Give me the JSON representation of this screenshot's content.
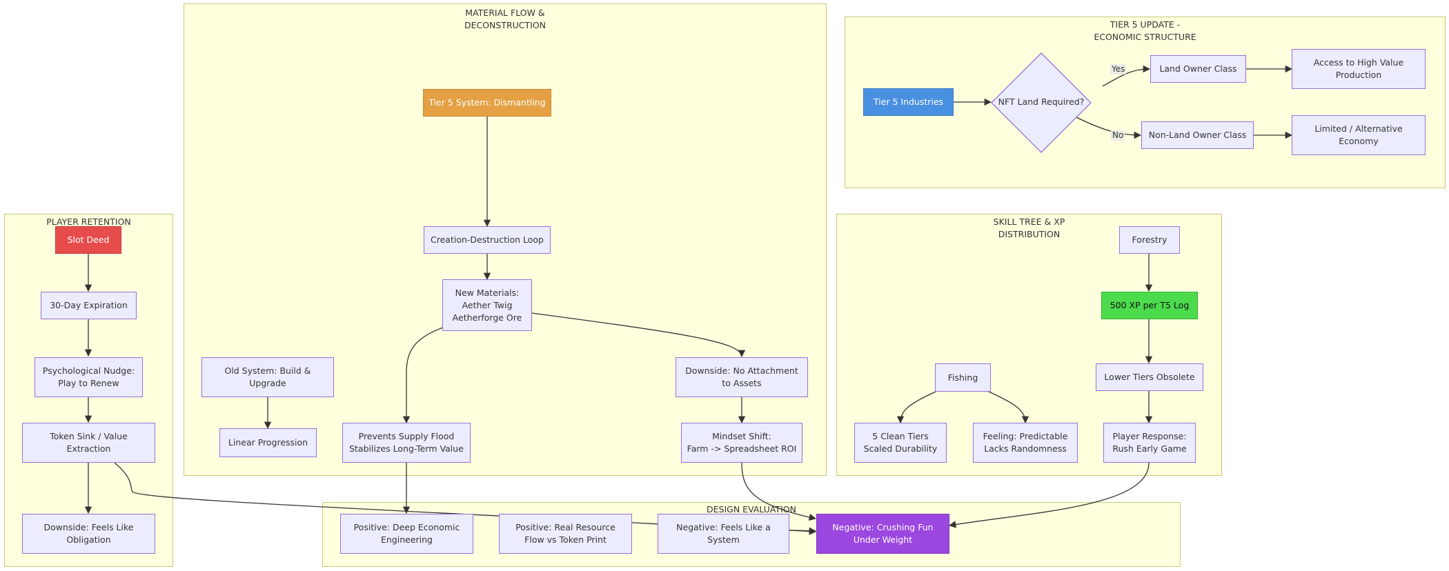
{
  "clusters": {
    "material_flow": "MATERIAL FLOW &\nDECONSTRUCTION",
    "tier5": "TIER 5 UPDATE -\nECONOMIC STRUCTURE",
    "retention": "PLAYER RETENTION",
    "skill": "SKILL TREE & XP\nDISTRIBUTION",
    "evaluation": "DESIGN EVALUATION"
  },
  "nodes": {
    "dismantling": "Tier 5 System: Dismantling",
    "creation_loop": "Creation-Destruction Loop",
    "new_materials": "New Materials:\nAether Twig\nAetherforge Ore",
    "old_system": "Old System: Build &\nUpgrade",
    "linear": "Linear Progression",
    "prevents_flood": "Prevents Supply Flood\nStabilizes Long-Term Value",
    "no_attachment": "Downside: No Attachment\nto Assets",
    "mindset": "Mindset Shift:\nFarm -> Spreadsheet ROI",
    "t5_industries": "Tier 5 Industries",
    "nft_land": "NFT Land Required?",
    "land_owner": "Land Owner Class",
    "high_value": "Access to High Value\nProduction",
    "non_land": "Non-Land Owner Class",
    "limited": "Limited / Alternative\nEconomy",
    "slot_deed": "Slot Deed",
    "expiration": "30-Day Expiration",
    "nudge": "Psychological Nudge:\nPlay to Renew",
    "token_sink": "Token Sink / Value\nExtraction",
    "obligation": "Downside: Feels Like\nObligation",
    "forestry": "Forestry",
    "xp": "500 XP per T5 Log",
    "obsolete": "Lower Tiers Obsolete",
    "rush": "Player Response:\nRush Early Game",
    "fishing": "Fishing",
    "clean_tiers": "5 Clean Tiers\nScaled Durability",
    "predictable": "Feeling: Predictable\nLacks Randomness",
    "deep_econ": "Positive: Deep Economic\nEngineering",
    "real_resource": "Positive: Real Resource\nFlow vs Token Print",
    "feels_system": "Negative: Feels Like a\nSystem",
    "crushing": "Negative: Crushing Fun\nUnder Weight"
  },
  "edge_labels": {
    "yes": "Yes",
    "no": "No"
  },
  "colors": {
    "dismantling": "#e4a043",
    "t5_industries": "#4a90e2",
    "slot_deed": "#e74c4c",
    "xp": "#4cdb4c",
    "crushing": "#9b47e0",
    "cluster_fill": "#ffffde",
    "cluster_border": "#c8c879",
    "node_fill": "#ececff",
    "node_border": "#9370db"
  }
}
